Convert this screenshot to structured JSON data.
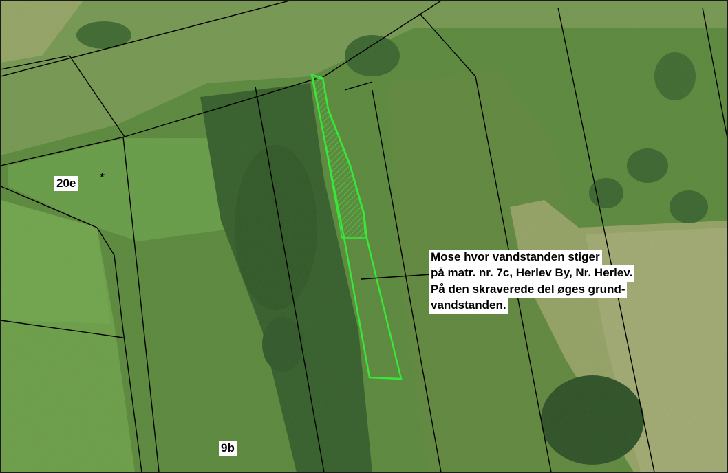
{
  "map": {
    "parcel_labels": [
      "20e",
      "9b"
    ],
    "annotation": {
      "lines": [
        "Mose hvor vandstanden stiger",
        "på matr. nr. 7c, Herlev By, Nr. Herlev.",
        "På den skraverede del øges grund-",
        "vandstanden."
      ]
    },
    "colors": {
      "boundary": "#000000",
      "wetland_outline": "#39e63a",
      "hatch": "#39e63a",
      "label_bg": "#ffffff"
    }
  }
}
